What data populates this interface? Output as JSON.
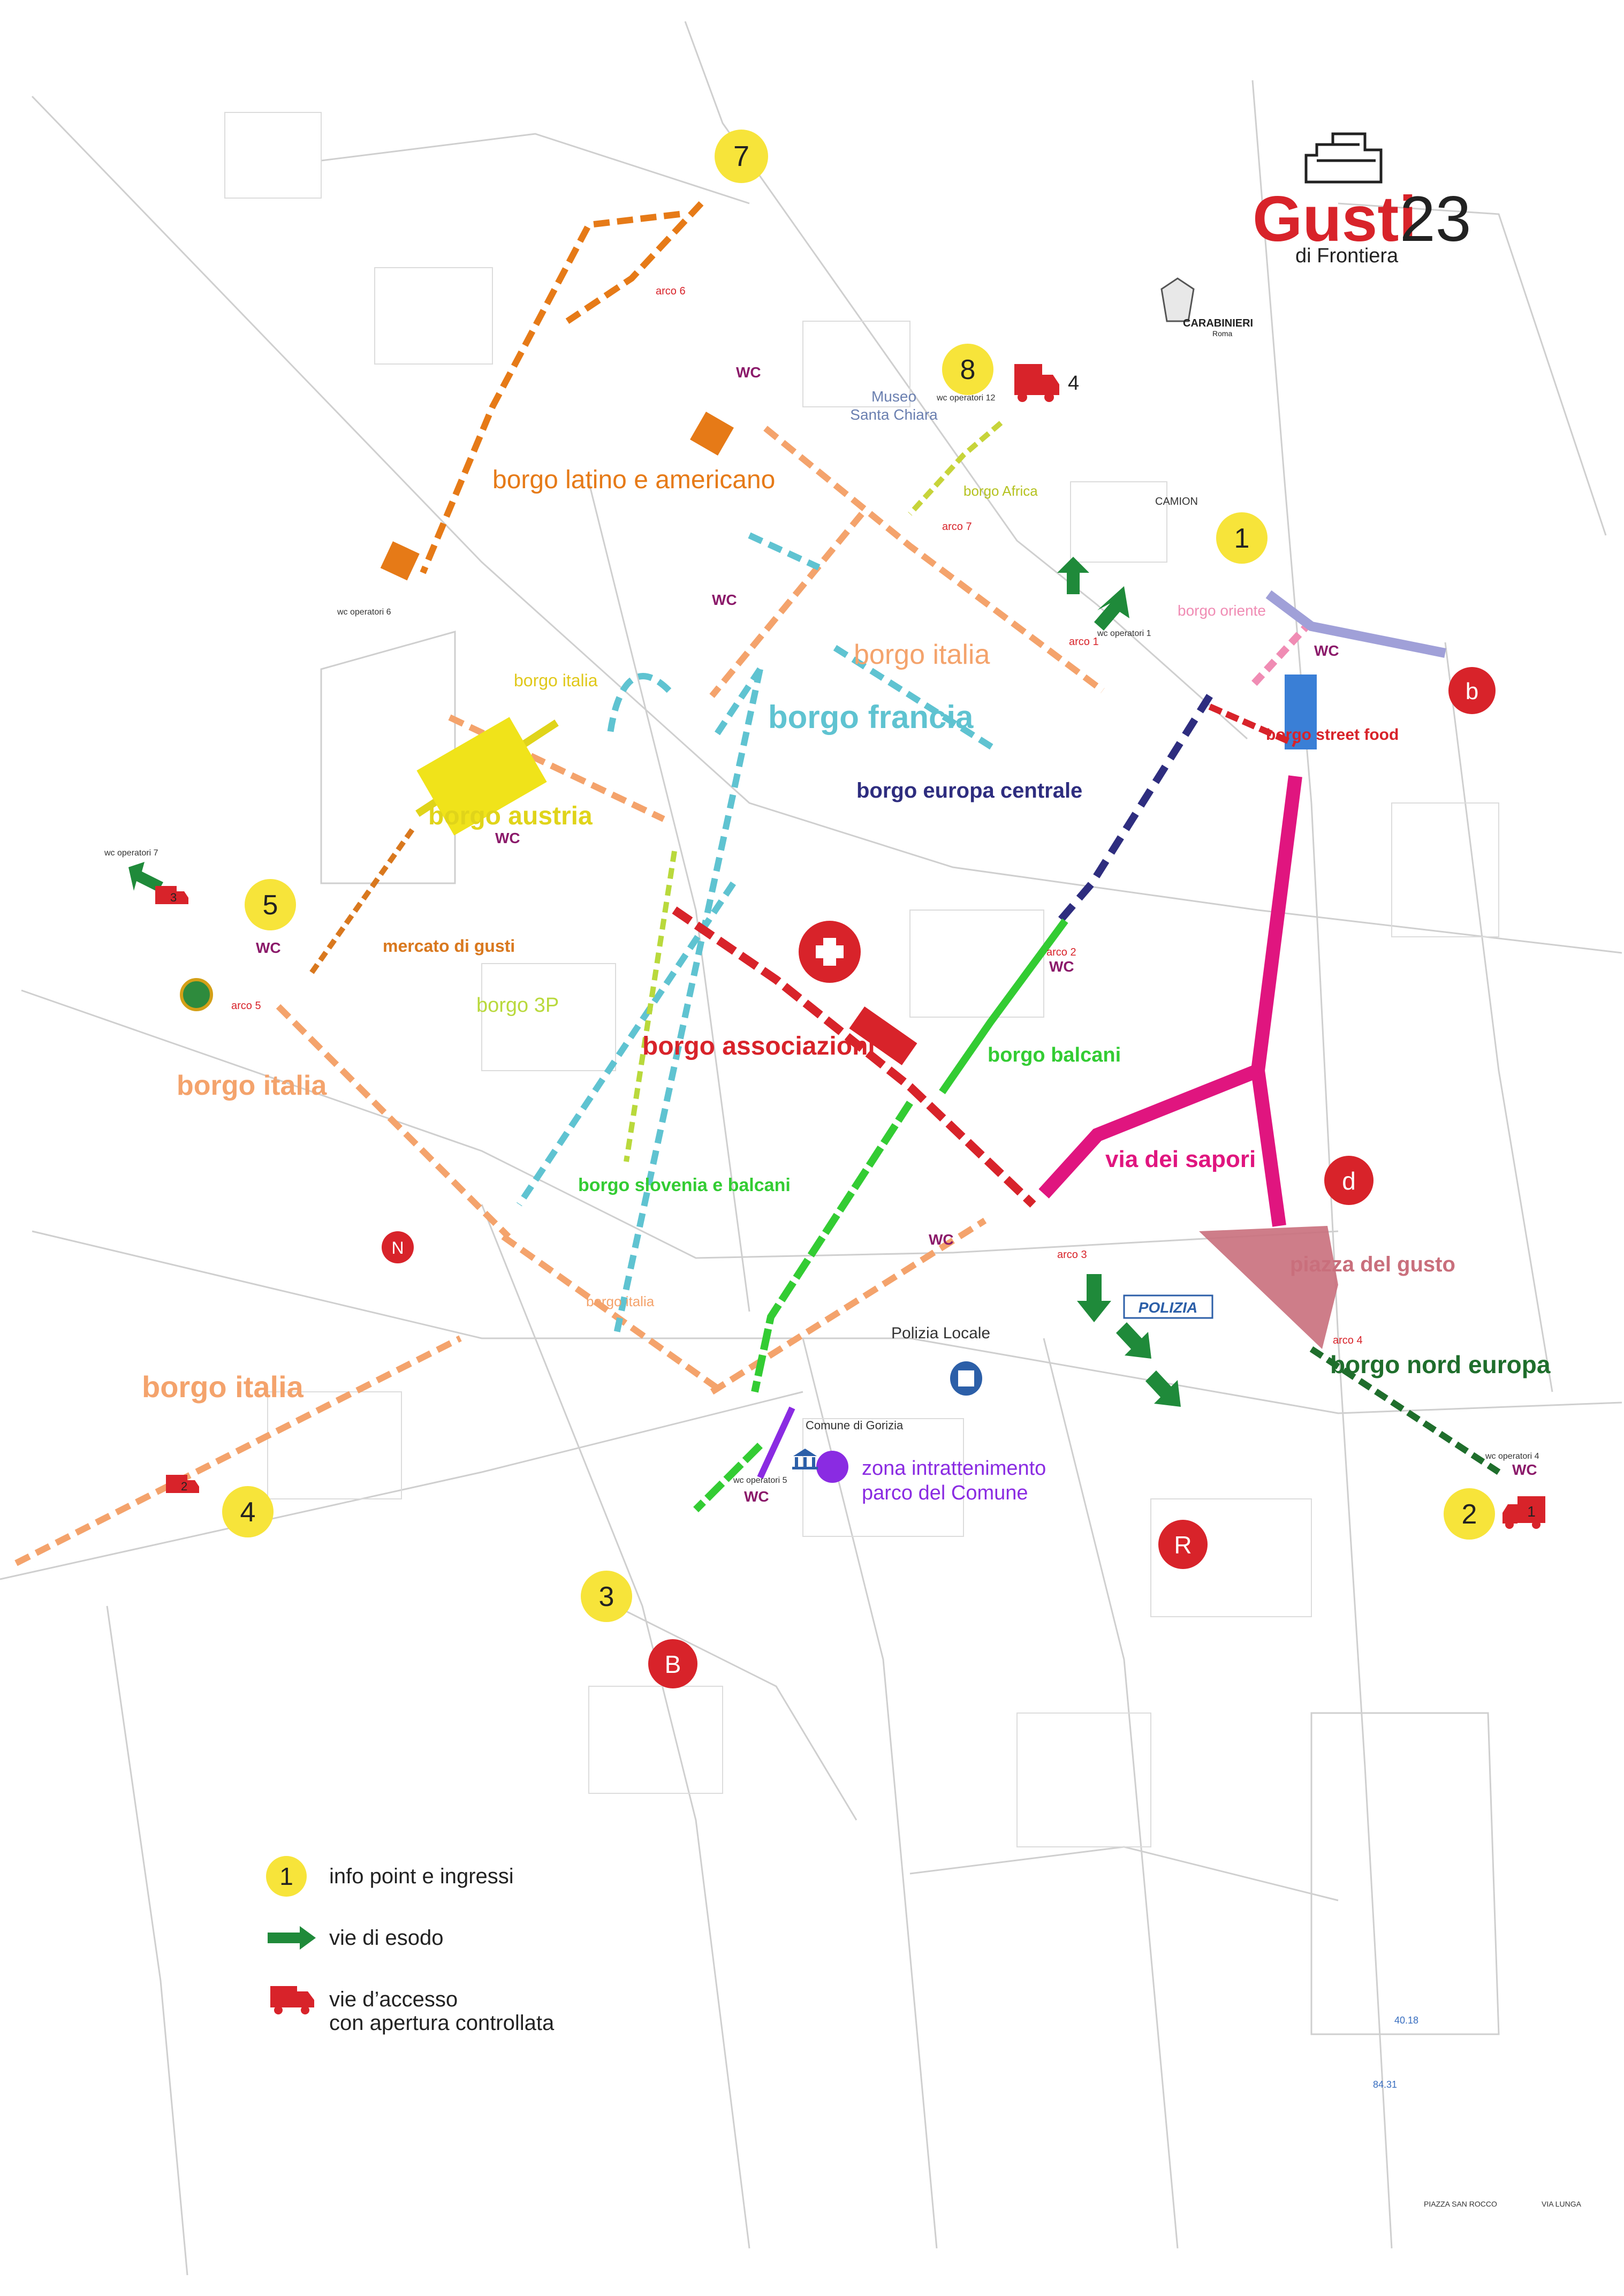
{
  "logo": {
    "brand": "Gusti",
    "year": "23",
    "subtitle": "di Frontiera",
    "colors": {
      "brand": "#d8232a",
      "year": "#222222"
    }
  },
  "carabinieri": {
    "label": "CARABINIERI",
    "sub": "Roma"
  },
  "entry_points": [
    {
      "number": "1",
      "label": "info point"
    },
    {
      "number": "2",
      "label": "info point"
    },
    {
      "number": "3",
      "label": "info point"
    },
    {
      "number": "4",
      "label": "info point"
    },
    {
      "number": "5",
      "label": "info point"
    },
    {
      "number": "7",
      "label": "info point"
    },
    {
      "number": "8",
      "label": "info point"
    }
  ],
  "zone_labels": [
    {
      "text": "borgo latino e americano",
      "color": "#e67a17"
    },
    {
      "text": "borgo Africa",
      "color": "#b5c220"
    },
    {
      "text": "borgo oriente",
      "color": "#f08cb4"
    },
    {
      "text": "borgo italia",
      "color": "#f4a36c"
    },
    {
      "text": "borgo francia",
      "color": "#5fc3d1"
    },
    {
      "text": "borgo street food",
      "color": "#d8232a"
    },
    {
      "text": "borgo europa centrale",
      "color": "#2e2d7f"
    },
    {
      "text": "borgo italia",
      "color": "#e0c81a"
    },
    {
      "text": "borgo austria",
      "color": "#e0d41a"
    },
    {
      "text": "mercato di gusti",
      "color": "#d9781e"
    },
    {
      "text": "borgo 3P",
      "color": "#b9d93c"
    },
    {
      "text": "borgo italia",
      "color": "#f4a36c"
    },
    {
      "text": "borgo associazioni",
      "color": "#d8232a"
    },
    {
      "text": "borgo balcani",
      "color": "#33cc33"
    },
    {
      "text": "via dei sapori",
      "color": "#e0157f"
    },
    {
      "text": "borgo slovenia e  balcani",
      "color": "#33cc33"
    },
    {
      "text": "piazza del gusto",
      "color": "#c96f7c"
    },
    {
      "text": "borgo nord europa",
      "color": "#1f6e2c"
    },
    {
      "text": "borgo italia",
      "color": "#f4a36c"
    },
    {
      "text": "borgo italia",
      "color": "#f4a36c"
    },
    {
      "text": "zona intrattenimento\nparco del Comune",
      "color": "#8a2be2"
    }
  ],
  "small_labels": {
    "museo": "Museo\nSanta Chiara",
    "polizia_locale": "Polizia Locale",
    "comune": "Comune di Gorizia",
    "polizia_sign": "POLIZIA",
    "camion": "CAMION",
    "arco1": "arco 1",
    "arco2": "arco 2",
    "arco3": "arco 3",
    "arco4": "arco 4",
    "arco5": "arco 5",
    "arco6": "arco 6",
    "arco7": "arco 7",
    "wc_op1": "wc operatori 1",
    "wc_op4": "wc operatori 4",
    "wc_op5": "wc operatori 5",
    "wc_op6": "wc operatori 6",
    "wc_op7": "wc operatori 7",
    "wc_op12": "wc operatori 12",
    "wc": "WC",
    "piazza_sanrocco": "PIAZZA SAN ROCCO",
    "lunga": "VIA LUNGA",
    "dist1": "40.18",
    "dist2": "84.31"
  },
  "markers": {
    "b_small": "b",
    "d": "d",
    "N": "N",
    "R": "R",
    "B": "B"
  },
  "trucks": [
    {
      "label": "4"
    },
    {
      "label": "1"
    },
    {
      "label": "3"
    },
    {
      "label": "2"
    }
  ],
  "legend": {
    "info_number": "1",
    "info_label": "info point e ingressi",
    "exit_label": "vie di esodo",
    "access_label": "vie d’accesso\ncon apertura controllata"
  },
  "colors": {
    "info_point": "#f7e43a",
    "marker_red": "#d8232a",
    "exit_arrow": "#1f8a3a",
    "truck": "#d8232a",
    "street_line": "#c8c8c8"
  }
}
